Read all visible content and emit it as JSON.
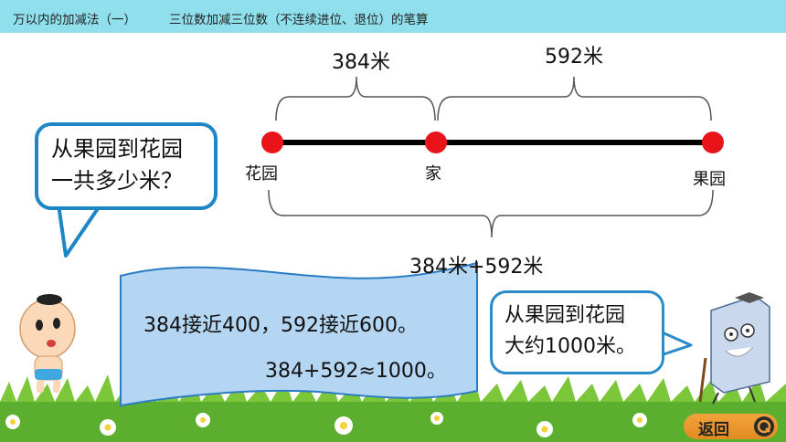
{
  "header": {
    "lesson": "万以内的加减法（一）",
    "topic": "三位数加减三位数（不连续进位、退位）的笔算"
  },
  "diagram": {
    "segment_a": "384米",
    "segment_b": "592米",
    "total": "384米+592米",
    "points": [
      "花园",
      "家",
      "果园"
    ]
  },
  "bubble_left": [
    "从果园到花园",
    "一共多少米？"
  ],
  "banner": {
    "line1": "384接近400，592接近600。",
    "line2": "384+592≈1000。"
  },
  "bubble_right": [
    "从果园到花园",
    "大约1000米。"
  ],
  "nav": {
    "back_label": "返回"
  },
  "colors": {
    "header": "#8fe0ec",
    "point": "#e8141a",
    "banner": "#b5d6f2",
    "bubble_border": "#1f86c6",
    "button": "#f0a035"
  }
}
